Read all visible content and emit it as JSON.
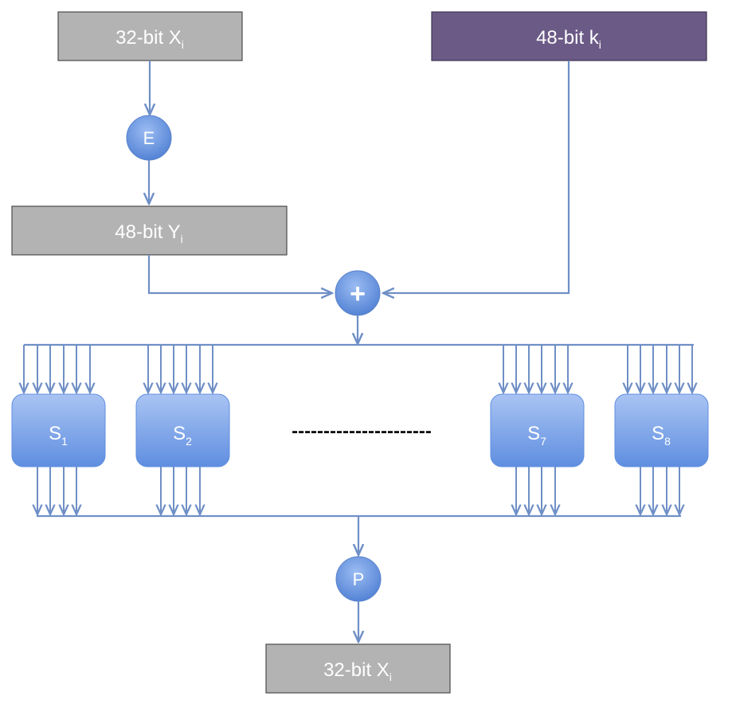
{
  "boxes": {
    "input_x": {
      "main": "32-bit X",
      "sub": "i"
    },
    "round_key": {
      "main": "48-bit k",
      "sub": "i"
    },
    "expanded_y": {
      "main": "48-bit Y",
      "sub": "i"
    },
    "output_x": {
      "main": "32-bit X",
      "sub": "i"
    }
  },
  "operators": {
    "expansion": "E",
    "xor": "+",
    "permutation": "P"
  },
  "sboxes": [
    {
      "main": "S",
      "sub": "1"
    },
    {
      "main": "S",
      "sub": "2"
    },
    {
      "main": "S",
      "sub": "7"
    },
    {
      "main": "S",
      "sub": "8"
    }
  ],
  "ellipsis": "----------------------",
  "colors": {
    "gray_box": "#b3b3b3",
    "key_box": "#6b5a86",
    "line": "#6f8fc6",
    "node_fill": "#6f97df",
    "sbox_fill": "#7ea4e6"
  }
}
